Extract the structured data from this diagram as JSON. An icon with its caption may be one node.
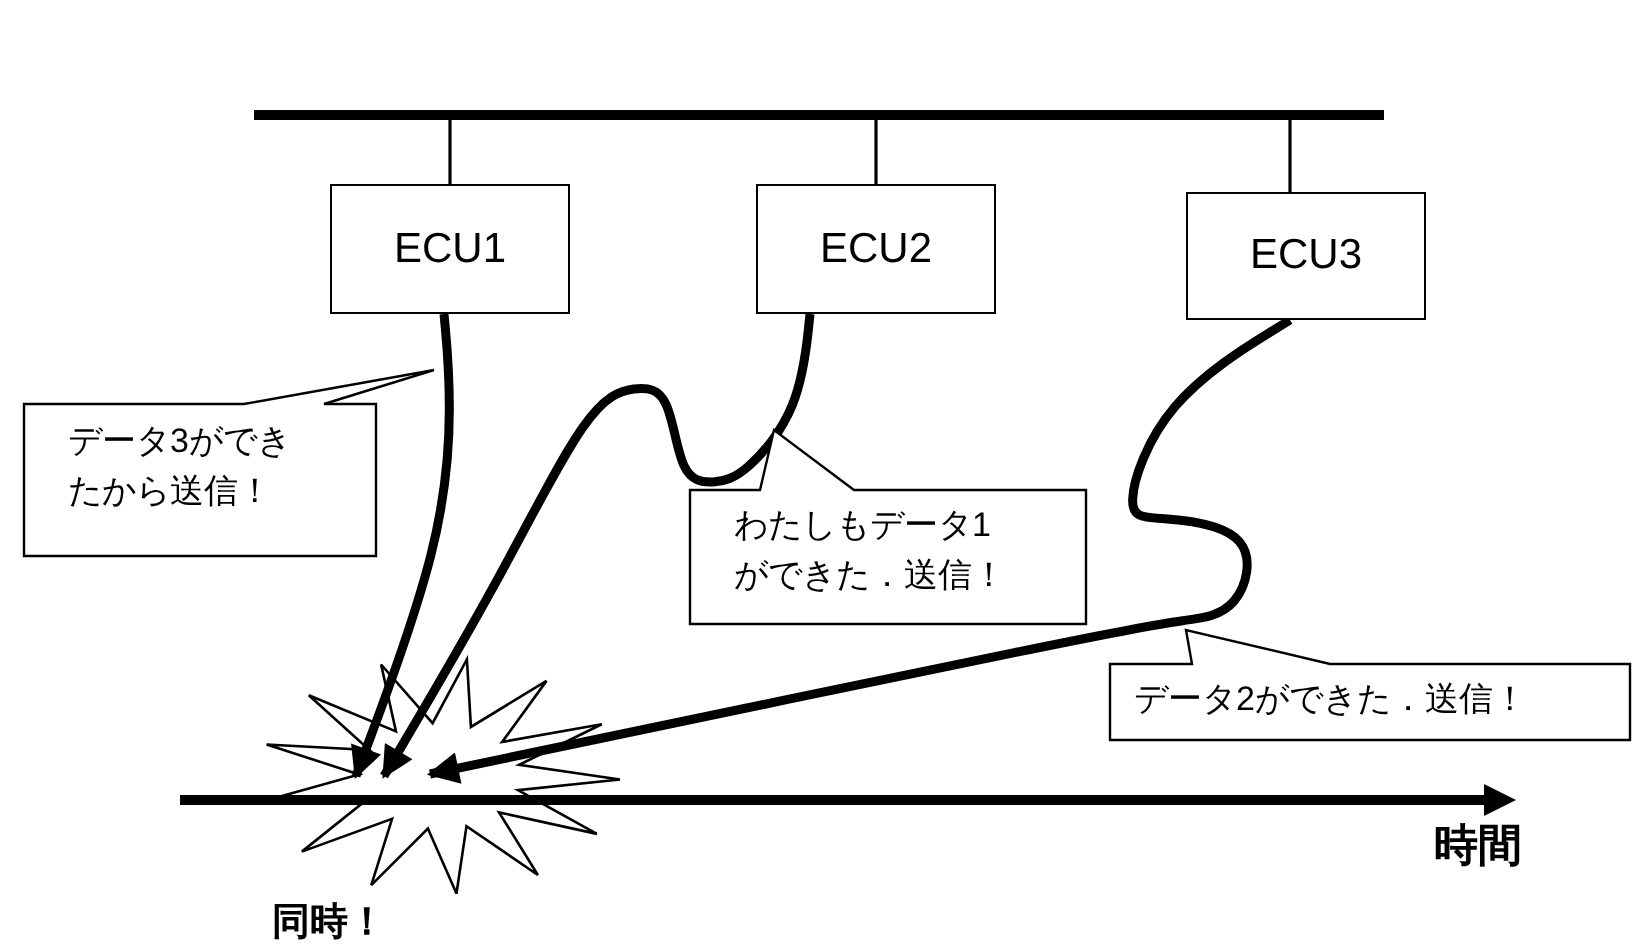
{
  "diagram": {
    "nodes": [
      {
        "text": [],
        "shape": "bar"
      },
      {
        "text": [
          "ECU1"
        ]
      },
      {
        "text": [
          "ECU2"
        ]
      },
      {
        "text": [
          "ECU3"
        ]
      },
      {
        "text": [],
        "shape": "burst",
        "beside": [
          "同時！"
        ]
      },
      {
        "text": [
          "データ3ができたから送信！"
        ]
      },
      {
        "text": [
          "わたしもデータ1ができた．送信！"
        ]
      },
      {
        "text": [
          "データ2ができた．送信！"
        ]
      }
    ],
    "edges": [
      {
        "from": 0,
        "to": 1,
        "arrow": "none"
      },
      {
        "from": 0,
        "to": 2,
        "arrow": "none"
      },
      {
        "from": 0,
        "to": 3,
        "arrow": "none"
      },
      {
        "from": 1,
        "to": 4,
        "arrow": "to",
        "style": "thick"
      },
      {
        "from": 2,
        "to": 4,
        "arrow": "to",
        "style": "thick"
      },
      {
        "from": 3,
        "to": 4,
        "arrow": "to",
        "style": "thick"
      }
    ],
    "labels": [
      "時間"
    ]
  }
}
